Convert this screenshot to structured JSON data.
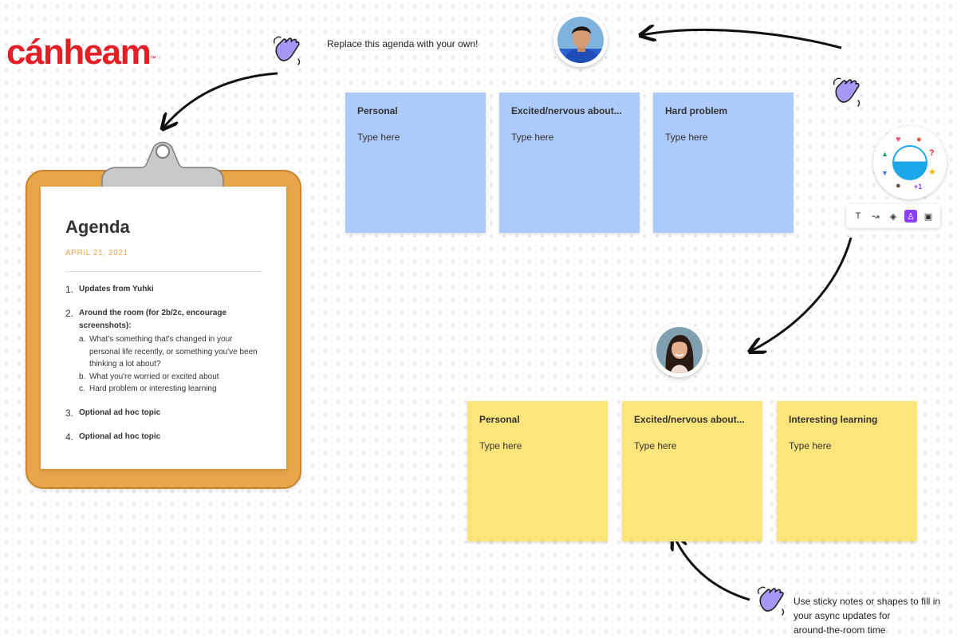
{
  "logo": {
    "text": "cánheam",
    "tm": "™"
  },
  "hints": {
    "top": "Replace this agenda with your own!",
    "bottom": [
      "Use sticky notes or shapes to fill in",
      "your async updates for",
      "around-the-room time"
    ]
  },
  "agenda": {
    "title": "Agenda",
    "date": "APRIL 21, 2021",
    "items": [
      {
        "num": "1.",
        "text": "Updates from Yuhki"
      },
      {
        "num": "2.",
        "text": "Around the room (for 2b/2c, encourage screenshots):"
      },
      {
        "num": "3.",
        "text": "Optional ad hoc topic"
      },
      {
        "num": "4.",
        "text": "Optional ad hoc topic"
      }
    ],
    "subitems": [
      {
        "letter": "a.",
        "text": "What's something that's changed in your personal life recently, or something you've been thinking a lot about?"
      },
      {
        "letter": "b.",
        "text": "What you're worried or excited about"
      },
      {
        "letter": "c.",
        "text": "Hard problem or interesting learning"
      }
    ]
  },
  "stickies_blue": [
    {
      "title": "Personal",
      "body": "Type here"
    },
    {
      "title": "Excited/nervous about...",
      "body": "Type here"
    },
    {
      "title": "Hard problem",
      "body": "Type here"
    }
  ],
  "stickies_yellow": [
    {
      "title": "Personal",
      "body": "Type here"
    },
    {
      "title": "Excited/nervous about...",
      "body": "Type here"
    },
    {
      "title": "Interesting learning",
      "body": "Type here"
    }
  ],
  "reaction_wheel": {
    "items": [
      {
        "icon": "heart-icon",
        "glyph": "♥",
        "color": "#f04e6a"
      },
      {
        "icon": "tomato-icon",
        "glyph": "●",
        "color": "#e8503a"
      },
      {
        "icon": "question-icon",
        "glyph": "?",
        "color": "#e8302a"
      },
      {
        "icon": "star-icon",
        "glyph": "★",
        "color": "#f5b400"
      },
      {
        "icon": "plus-one-icon",
        "glyph": "+1",
        "color": "#8a3ffc"
      },
      {
        "icon": "face-icon",
        "glyph": "●",
        "color": "#6b4a3a"
      },
      {
        "icon": "thumbs-down-icon",
        "glyph": "▼",
        "color": "#3a7be0"
      },
      {
        "icon": "thumbs-up-icon",
        "glyph": "▲",
        "color": "#1aa35a"
      }
    ]
  },
  "toolbar": {
    "tools": [
      {
        "icon": "text-tool-icon",
        "glyph": "T"
      },
      {
        "icon": "connector-tool-icon",
        "glyph": "↝"
      },
      {
        "icon": "component-tool-icon",
        "glyph": "◈"
      },
      {
        "icon": "stamp-tool-icon",
        "glyph": "♙"
      },
      {
        "icon": "image-tool-icon",
        "glyph": "▣"
      }
    ]
  },
  "colors": {
    "blue_sticky": "#adcbfa",
    "yellow_sticky": "#fde47b",
    "clipboard": "#e8a54a",
    "logo": "#e31e24",
    "accent_purple": "#8a3ffc"
  }
}
